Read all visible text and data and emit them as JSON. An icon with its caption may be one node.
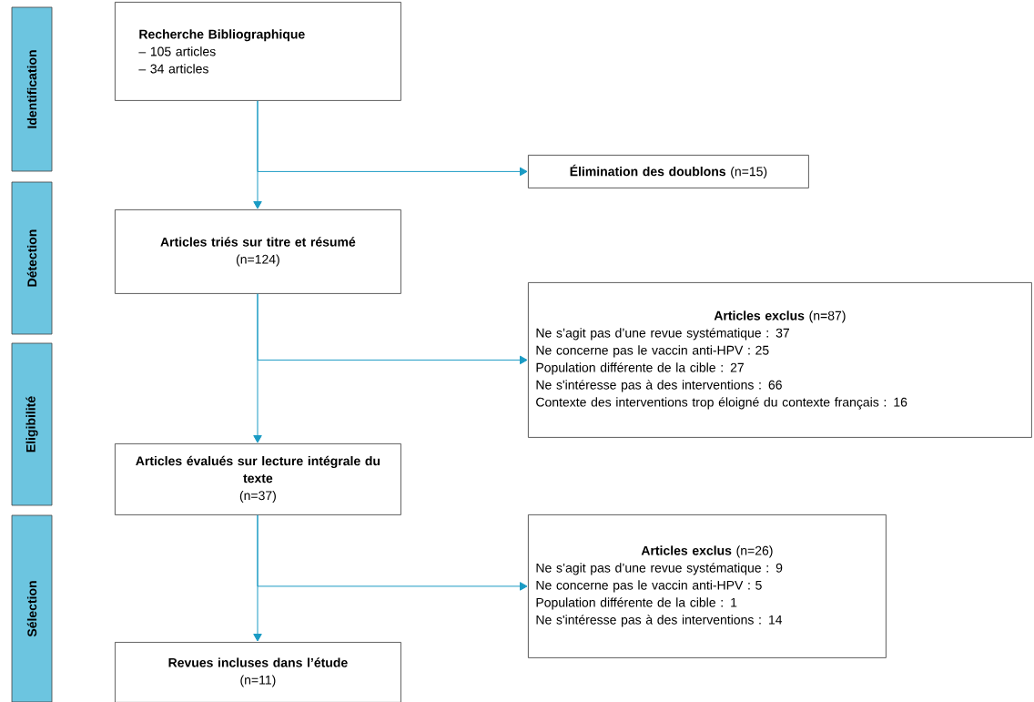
{
  "diagram": {
    "nodes": [
      {
        "text": [
          "Identification"
        ]
      },
      {
        "text": [
          "Détection"
        ]
      },
      {
        "text": [
          "Eligibilité"
        ]
      },
      {
        "text": [
          "Sélection"
        ]
      },
      {
        "text": [
          "Recherche Bibliographique",
          "– 105 articles",
          "– 34 articles"
        ]
      },
      {
        "text": [
          "**Élimination des doublons** (n=15)"
        ]
      },
      {
        "text": [
          "Articles triés sur titre et résumé",
          "(n=124)"
        ]
      },
      {
        "text": [
          "**Articles exclus** (n=87)",
          "Ne s’agit pas d’une revue systématique : 37",
          "Ne concerne pas le vaccin anti-HPV : 25",
          "Population différente de la cible : 27",
          "Ne s'intéresse pas à des interventions : 66",
          "Contexte des interventions trop éloigné du contexte français : 16"
        ]
      },
      {
        "text": [
          "Articles évalués sur lecture intégrale du texte",
          "(n=37)"
        ]
      },
      {
        "text": [
          "**Articles exclus** (n=26)",
          "Ne s’agit pas d’une revue systématique : 9",
          "Ne concerne pas le vaccin anti-HPV : 5",
          "Population différente de la cible : 1",
          "Ne s'intéresse pas à des interventions : 14"
        ]
      },
      {
        "text": [
          "Revues incluses dans l’étude",
          "(n=11)"
        ]
      }
    ],
    "edges": [
      {
        "from": 4,
        "to": 6,
        "arrow": "to"
      },
      {
        "from": 4,
        "to": 5,
        "arrow": "to"
      },
      {
        "from": 6,
        "to": 8,
        "arrow": "to"
      },
      {
        "from": 6,
        "to": 7,
        "arrow": "to"
      },
      {
        "from": 8,
        "to": 10,
        "arrow": "to"
      },
      {
        "from": 8,
        "to": 9,
        "arrow": "to"
      }
    ]
  }
}
